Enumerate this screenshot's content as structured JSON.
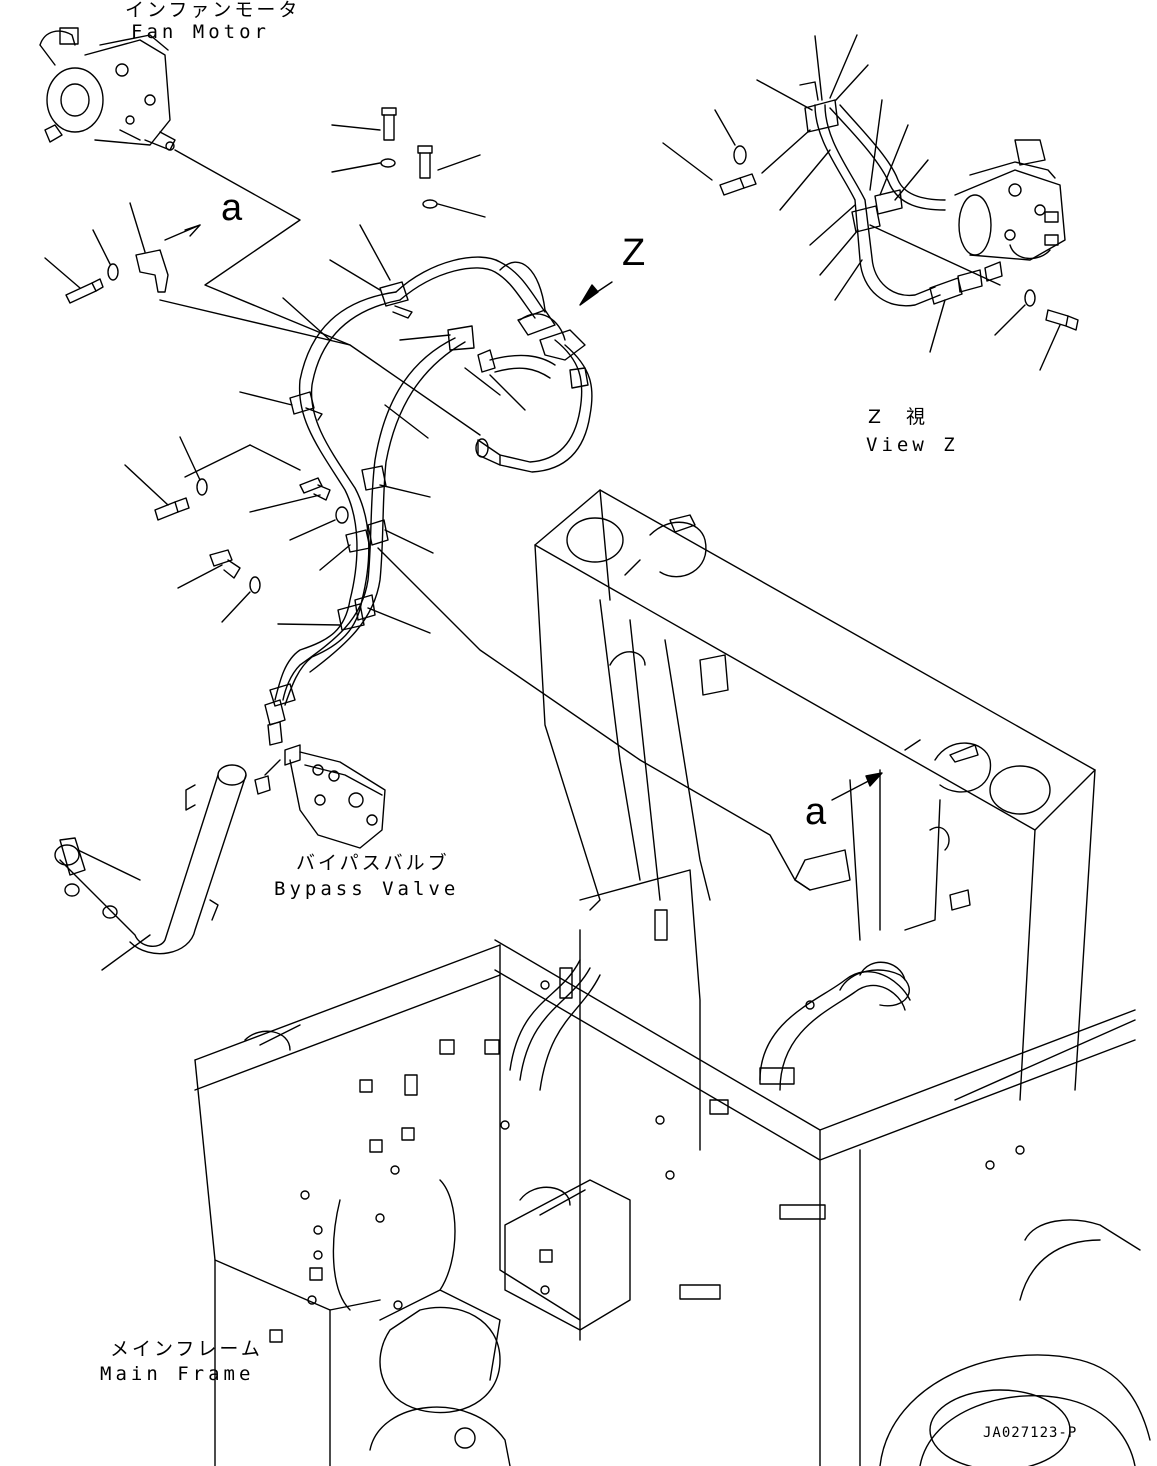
{
  "labels": {
    "fan_motor_ja": "インファンモータ",
    "fan_motor_en": "Fan Motor",
    "bypass_valve_ja": "バイパスバルブ",
    "bypass_valve_en": "Bypass Valve",
    "main_frame_ja": "メインフレーム",
    "main_frame_en": "Main Frame",
    "view_z_ja": "Z　視",
    "view_z_en": "View Z",
    "view_marker": "Z",
    "ref_a_top": "a",
    "ref_a_frame": "a",
    "drawing_code": "JA027123-P"
  },
  "icons": [
    "fan-motor-icon",
    "bypass-valve-icon",
    "bolt-icon",
    "washer-icon",
    "clamp-icon",
    "hose-icon",
    "main-frame-icon",
    "arrow-icon"
  ],
  "colors": {
    "line": "#000000",
    "background": "#ffffff"
  }
}
